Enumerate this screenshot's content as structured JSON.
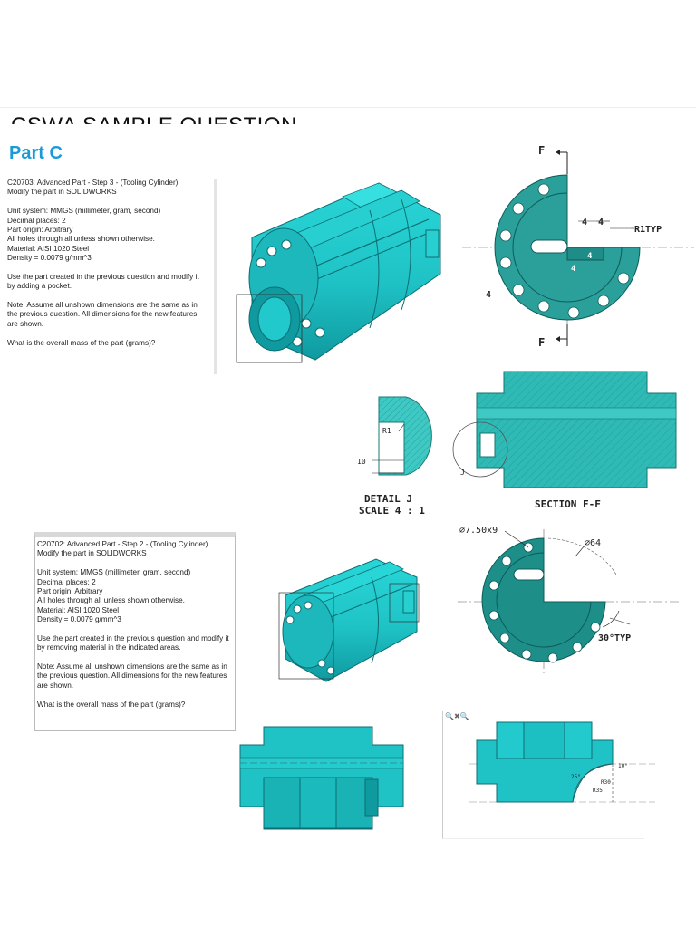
{
  "header": {
    "clipped_title": "CSWA SAMPLE QUESTION",
    "part_title": "Part C"
  },
  "question_c20703": {
    "lines": [
      "C20703:  Advanced Part - Step 3 - (Tooling Cylinder)",
      "Modify the part in SOLIDWORKS",
      "",
      "Unit system: MMGS (millimeter, gram, second)",
      "Decimal places: 2",
      "Part origin: Arbitrary",
      "All holes through all unless shown otherwise.",
      "Material: AISI 1020 Steel",
      "Density = 0.0079 g/mm^3",
      "",
      "Use the part created in the previous question and modify it",
      "by adding a pocket.",
      "",
      "Note: Assume all unshown dimensions are the same as in",
      "the previous question.  All dimensions for the new features",
      "are shown.",
      "",
      "What is the overall mass of the part (grams)?"
    ]
  },
  "question_c20702": {
    "lines": [
      "C20702:  Advanced Part - Step 2 - (Tooling Cylinder)",
      "Modify the part in SOLIDWORKS",
      "",
      "Unit system: MMGS (millimeter, gram, second)",
      "Decimal places: 2",
      "Part origin: Arbitrary",
      "All holes through all unless shown otherwise.",
      "Material: AISI 1020 Steel",
      "Density = 0.0079 g/mm^3",
      "",
      "Use the part created in the previous question and modify it",
      "by removing material in the indicated areas.",
      "",
      "Note: Assume all unshown dimensions are the same as in",
      "the previous question.  All dimensions for the new features",
      "are shown.",
      "",
      "What is the overall mass of the part (grams)?"
    ]
  },
  "drawing_top": {
    "section_mark_top": "F",
    "section_mark_bottom": "F",
    "dim_4a": "4",
    "dim_4b": "4",
    "dim_r1typ": "R1TYP",
    "dim_4c": "4",
    "dim_4d": "4",
    "dim_4e": "4"
  },
  "detail_j": {
    "r1": "R1",
    "dim_10": "10",
    "caption_line1": "DETAIL J",
    "caption_line2": "SCALE 4 : 1",
    "marker": "J"
  },
  "section_ff": {
    "caption": "SECTION F-F"
  },
  "drawing_bottom": {
    "holes": "∅7.50x9",
    "dia64": "∅64",
    "angle": "30°TYP"
  },
  "drawing_side": {
    "toolbar": "🔍✖🔍",
    "dim_10deg": "10°",
    "dim_25deg": "25°",
    "r30": "R30",
    "r35": "R35"
  },
  "colors": {
    "teal": "#1fc3c6",
    "teal_dark": "#138e92",
    "teal_drawing": "#2b9f9a",
    "accent_blue": "#1a9bd7"
  }
}
